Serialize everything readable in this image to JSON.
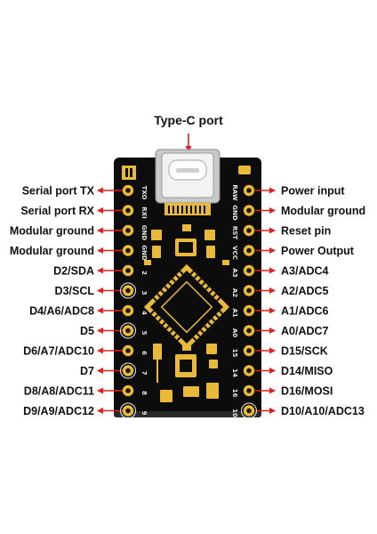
{
  "title": "Type-C port",
  "left_labels": [
    "Serial port TX",
    "Serial port RX",
    "Modular ground",
    "Modular ground",
    "D2/SDA",
    "D3/SCL",
    "D4/A6/ADC8",
    "D5",
    "D6/A7/ADC10",
    "D7",
    "D8/A8/ADC11",
    "D9/A9/ADC12"
  ],
  "right_labels": [
    "Power input",
    "Modular ground",
    "Reset pin",
    "Power Output",
    "A3/ADC4",
    "A2/ADC5",
    "A1/ADC6",
    "A0/ADC7",
    "D15/SCK",
    "D14/MISO",
    "D16/MOSI",
    "D10/A10/ADC13"
  ],
  "left_silk": [
    "TXO",
    "RXI",
    "GND",
    "GND",
    "2",
    "3",
    "4",
    "5",
    "6",
    "7",
    "8",
    "9"
  ],
  "right_silk": [
    "RAW",
    "GND",
    "RST",
    "VCC",
    "A3",
    "A2",
    "A1",
    "A0",
    "15",
    "14",
    "16",
    "10"
  ],
  "colors": {
    "arrow": "#e0201b",
    "board": "#0c0c0c",
    "pad": "#e9b93a",
    "silkscreen": "#e8e8e8",
    "label": "#111111"
  }
}
